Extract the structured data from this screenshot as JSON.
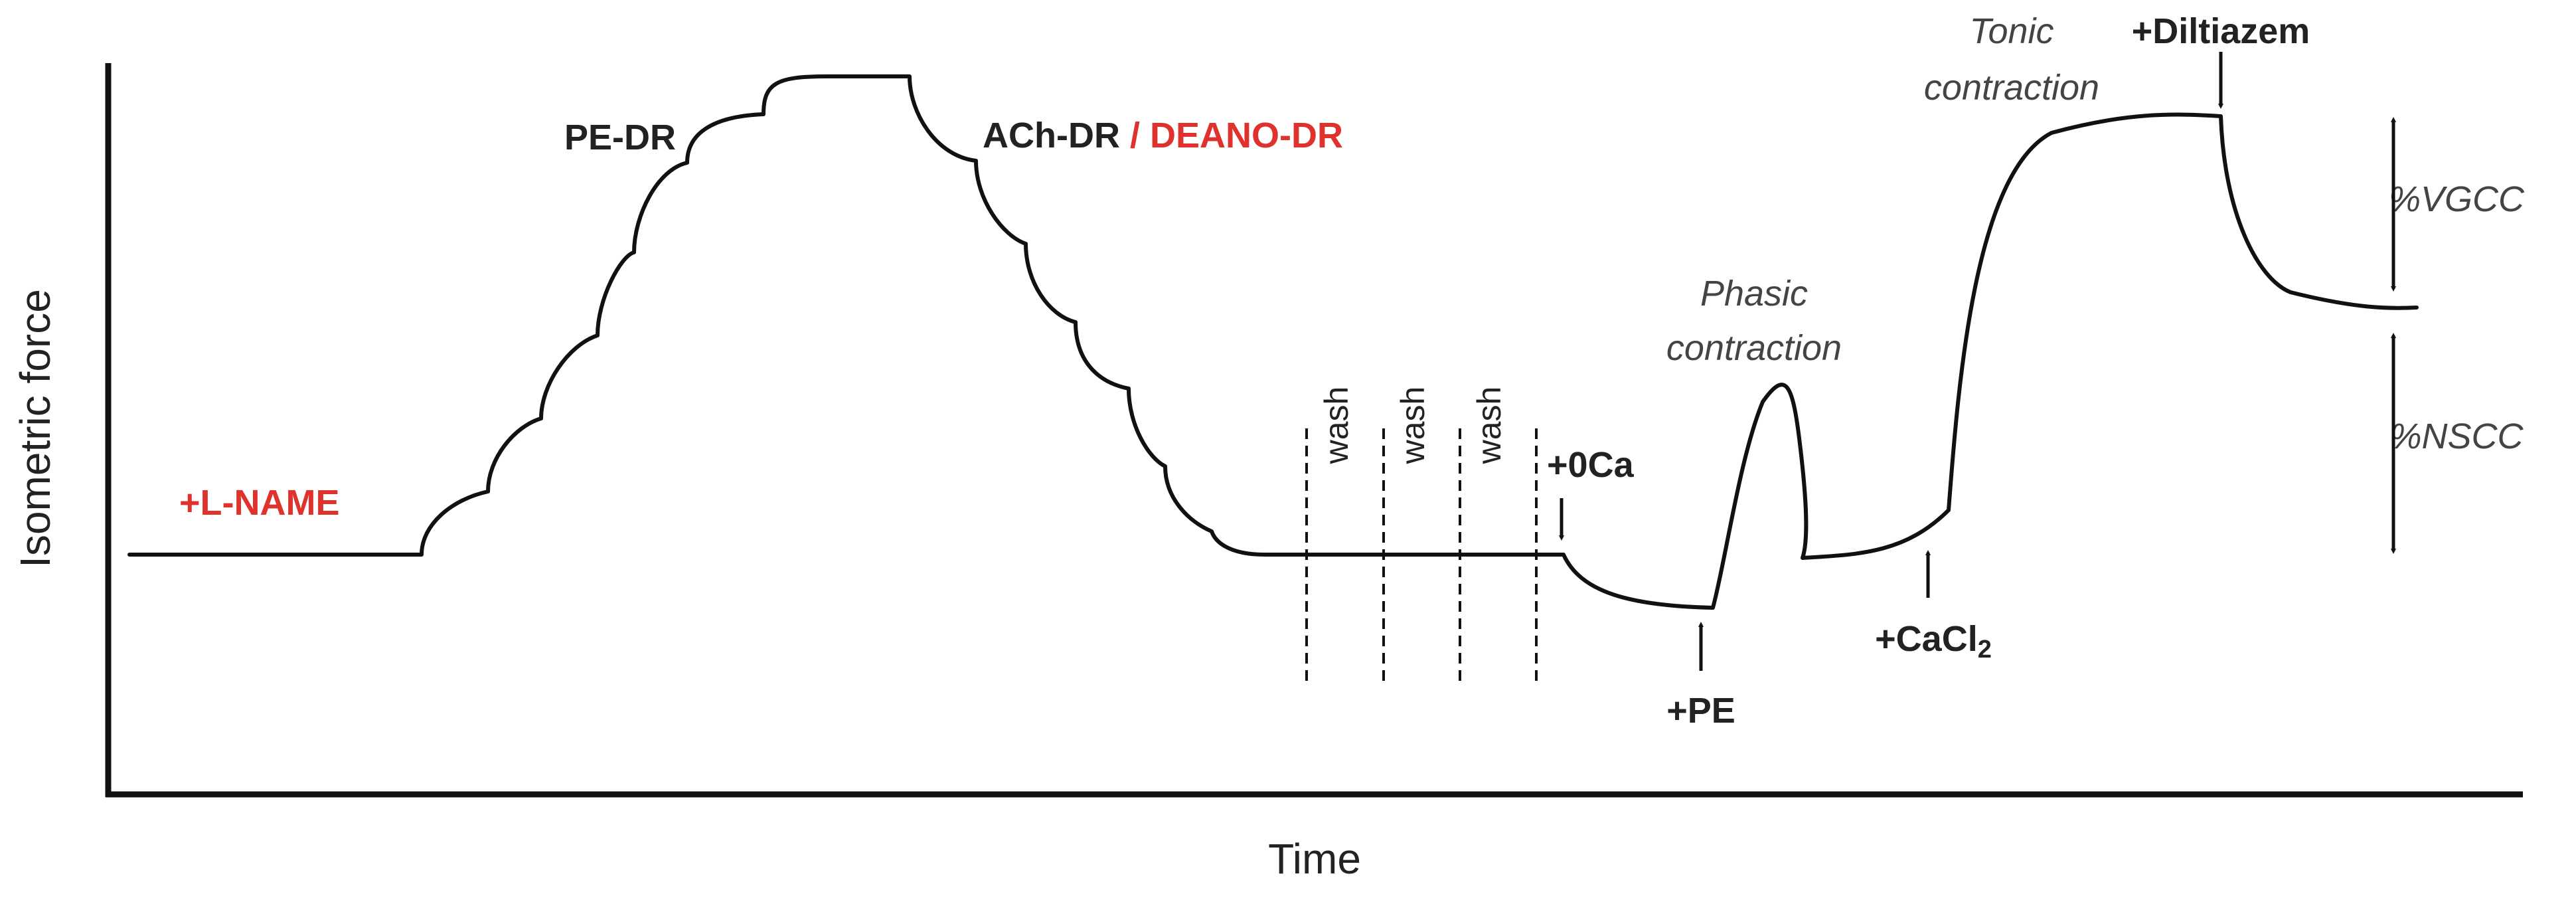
{
  "axes": {
    "ylabel": "Isometric force",
    "xlabel": "Time"
  },
  "annotations": {
    "lname": "+L-NAME",
    "pe_dr": "PE-DR",
    "ach_dr": "ACh-DR",
    "slash": " / ",
    "deano_dr": "DEANO-DR",
    "wash": [
      "wash",
      "wash",
      "wash"
    ],
    "zero_ca": "+0Ca",
    "phasic_line1": "Phasic",
    "phasic_line2": "contraction",
    "pe": "+PE",
    "cacl2_main": "+CaCl",
    "cacl2_sub": "2",
    "tonic_line1": "Tonic",
    "tonic_line2": "contraction",
    "diltiazem": "+Diltiazem",
    "vgcc": "%VGCC",
    "nscc": "%NSCC"
  },
  "colors": {
    "trace": "#111111",
    "highlight_red": "#e0322d",
    "text": "#222222",
    "italic_text": "#444444"
  }
}
